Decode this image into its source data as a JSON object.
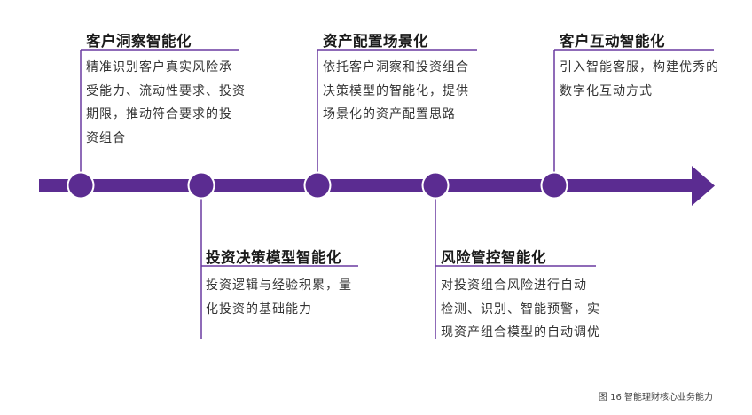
{
  "colors": {
    "accent": "#5B2C91",
    "line": "#6A3AA0",
    "text": "#333333"
  },
  "stages": [
    {
      "title": "客户洞察智能化",
      "desc_lines": [
        "精准识别客户真实风险承",
        "受能力、流动性要求、投资",
        "期限，推动符合要求的投",
        "资组合"
      ]
    },
    {
      "title": "投资决策模型智能化",
      "desc_lines": [
        "投资逻辑与经验积累，量",
        "化投资的基础能力"
      ]
    },
    {
      "title": "资产配置场景化",
      "desc_lines": [
        "依托客户洞察和投资组合",
        "决策模型的智能化，提供",
        "场景化的资产配置思路"
      ]
    },
    {
      "title": "风险管控智能化",
      "desc_lines": [
        "对投资组合风险进行自动",
        "检测、识别、智能预警，实",
        "现资产组合模型的自动调优"
      ]
    },
    {
      "title": "客户互动智能化",
      "desc_lines": [
        "引入智能客服，构建优秀的",
        "数字化互动方式"
      ]
    }
  ],
  "caption": "图 16 智能理财核心业务能力"
}
